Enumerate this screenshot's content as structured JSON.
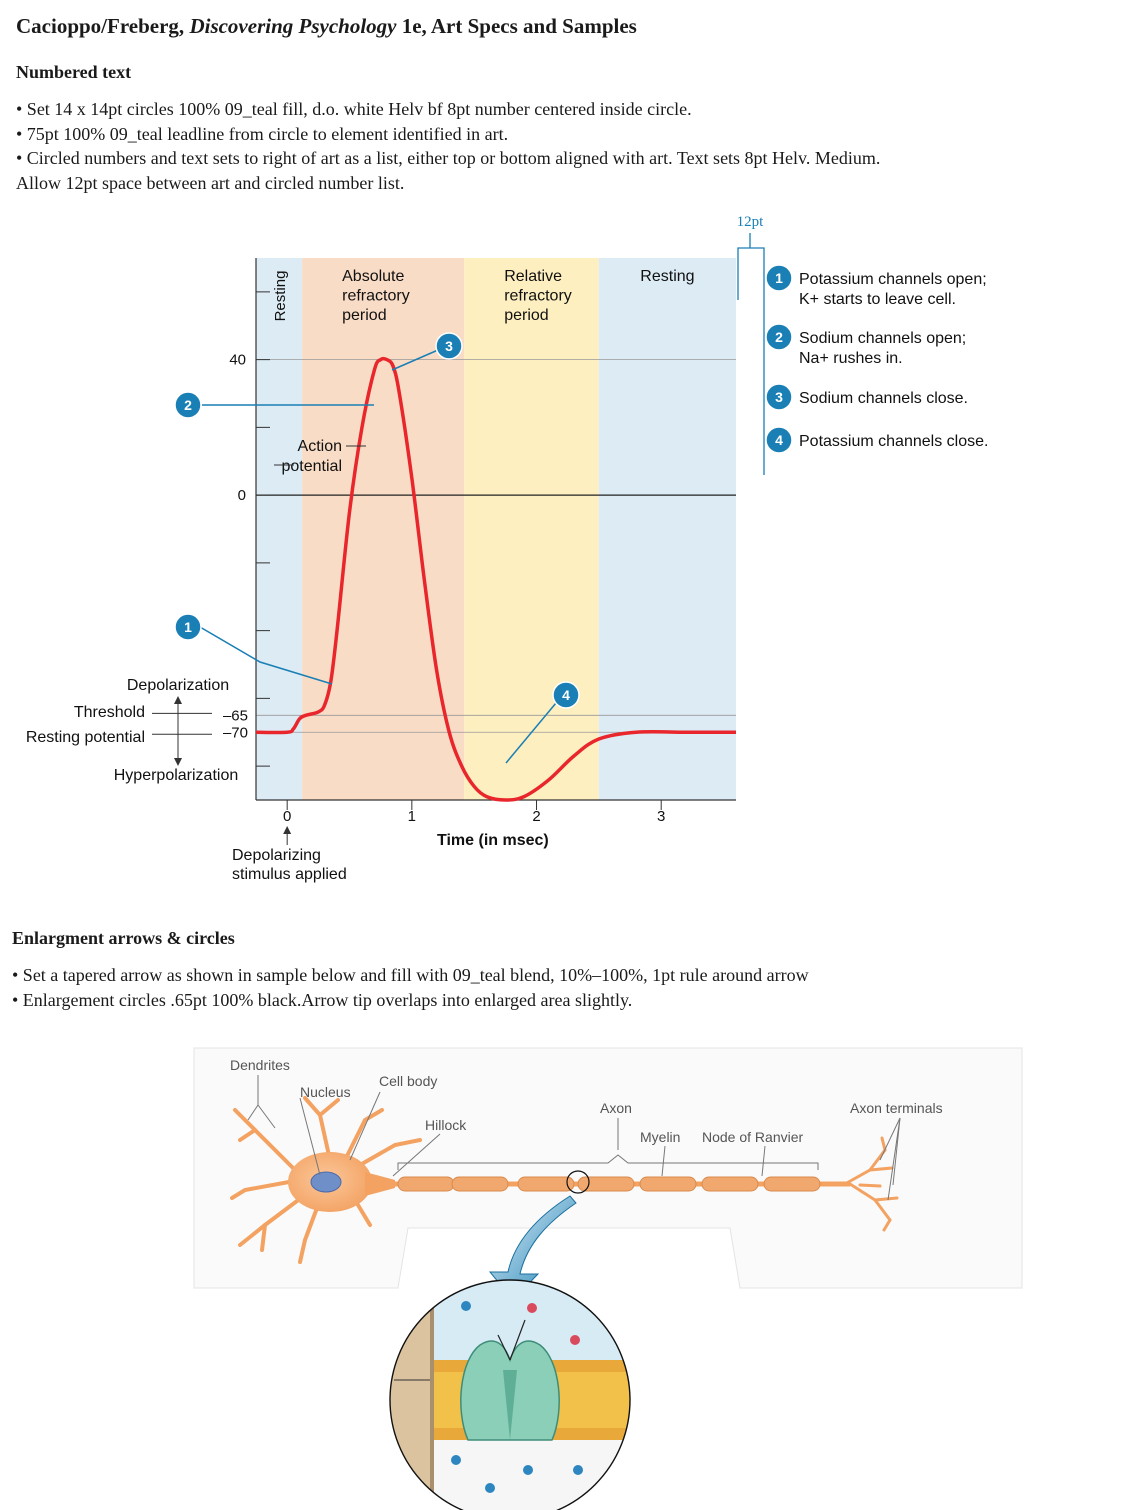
{
  "title": {
    "authors": "Cacioppo/Freberg, ",
    "book": "Discovering Psychology",
    "rest": " 1e, Art Specs and Samples"
  },
  "section1": {
    "heading": "Numbered text",
    "bullets": [
      "• Set 14 x 14pt circles 100% 09_teal fill, d.o. white Helv bf 8pt number centered inside circle.",
      "• 75pt 100% 09_teal leadline from circle to element identified in art.",
      "• Circled numbers and text sets to right of art as a list, either top or bottom aligned with art. Text sets 8pt Helv. Medium.",
      " Allow 12pt space between art and circled number list."
    ]
  },
  "section2": {
    "heading": "Enlargment arrows & circles",
    "bullets": [
      "• Set a tapered arrow as shown in sample below and fill with 09_teal blend, 10%–100%, 1pt rule around arrow",
      "• Enlargement circles .65pt 100% black.Arrow tip overlaps into enlarged area slightly."
    ]
  },
  "colors": {
    "teal": "#1a7fb5",
    "curve": "#e8262b",
    "resting_band": "#dcebf4",
    "absolute_band": "#f9dcc6",
    "relative_band": "#fdefc0"
  },
  "chart_data": {
    "type": "line",
    "xlabel": "Time (in msec)",
    "x_ticks": [
      "0",
      "1",
      "2",
      "3"
    ],
    "y_ticks": [
      "40",
      "0",
      "–65",
      "–70"
    ],
    "xlim": [
      -0.25,
      3.6
    ],
    "ylim": [
      -90,
      70
    ],
    "bands": [
      {
        "label": "Resting",
        "from": -0.25,
        "to": 0.12,
        "color": "#dcebf4",
        "vertical_label": true
      },
      {
        "label": "Absolute refractory period",
        "lines": [
          "Absolute",
          "refractory",
          "period"
        ],
        "from": 0.12,
        "to": 1.42,
        "color": "#f9dcc6"
      },
      {
        "label": "Relative refractory period",
        "lines": [
          "Relative",
          "refractory",
          "period"
        ],
        "from": 1.42,
        "to": 2.5,
        "color": "#fdefc0"
      },
      {
        "label": "Resting",
        "lines": [
          "Resting"
        ],
        "from": 2.5,
        "to": 3.6,
        "color": "#dcebf4"
      }
    ],
    "reference_lines": [
      40,
      0,
      -65,
      -70
    ],
    "series": [
      {
        "values_x": [
          -0.25,
          0.0,
          0.05,
          0.1,
          0.15,
          0.25,
          0.3,
          0.35,
          0.4,
          0.5,
          0.6,
          0.7,
          0.75,
          0.8,
          0.85,
          0.9,
          1.0,
          1.1,
          1.2,
          1.3,
          1.4,
          1.5,
          1.6,
          1.75,
          1.9,
          2.1,
          2.3,
          2.5,
          2.8,
          3.2,
          3.6
        ],
        "values_y": [
          -70,
          -70,
          -69,
          -66,
          -65,
          -64,
          -62,
          -55,
          -40,
          -5,
          20,
          37,
          40,
          40,
          38,
          30,
          5,
          -25,
          -52,
          -70,
          -80,
          -86,
          -89,
          -90,
          -89,
          -84,
          -77,
          -72,
          -70,
          -70,
          -70
        ]
      }
    ],
    "callouts": [
      {
        "number": "1",
        "text": "Potassium channels open; K+ starts to leave cell.",
        "lines": [
          "Potassium channels open;",
          "K+ starts to leave cell."
        ]
      },
      {
        "number": "2",
        "text": "Sodium channels open; Na+ rushes in.",
        "lines": [
          "Sodium channels open;",
          "Na+ rushes in."
        ]
      },
      {
        "number": "3",
        "text": "Sodium channels close.",
        "lines": [
          "Sodium channels close."
        ]
      },
      {
        "number": "4",
        "text": "Potassium channels close.",
        "lines": [
          "Potassium channels close."
        ]
      }
    ],
    "annotations": {
      "action_potential": [
        "Action",
        "potential"
      ],
      "depolarization": "Depolarization",
      "threshold": "Threshold",
      "resting_potential": "Resting potential",
      "hyperpolarization": "Hyperpolarization",
      "stimulus": [
        "Depolarizing",
        "stimulus applied"
      ],
      "spacing": "12pt"
    }
  },
  "neuron": {
    "labels": {
      "dendrites": "Dendrites",
      "nucleus": "Nucleus",
      "cell_body": "Cell body",
      "hillock": "Hillock",
      "axon": "Axon",
      "myelin": "Myelin",
      "node": "Node of Ranvier",
      "terminals": "Axon terminals"
    }
  }
}
